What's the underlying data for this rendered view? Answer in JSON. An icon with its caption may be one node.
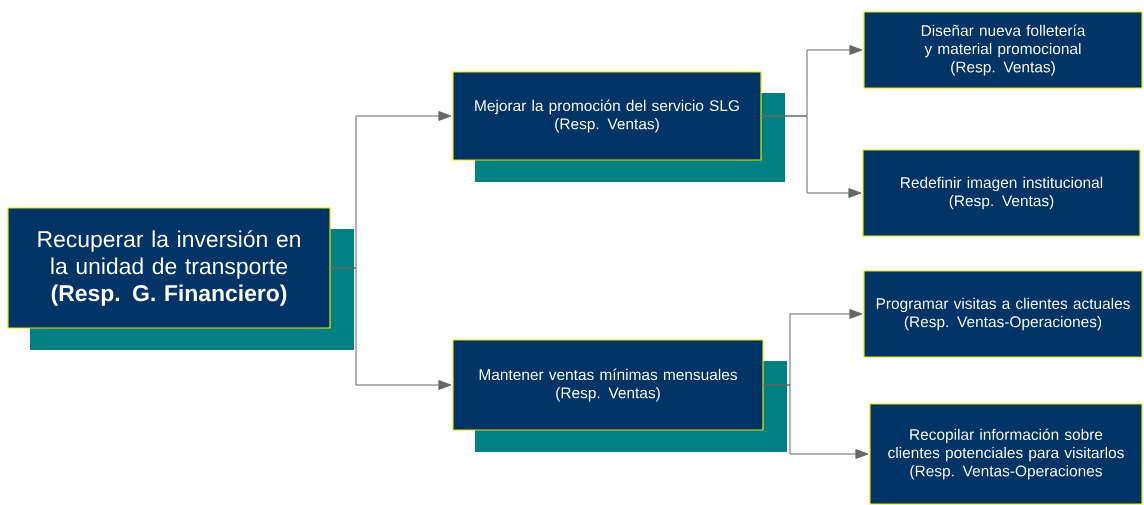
{
  "diagram": {
    "nodes": [
      {
        "text": [
          "Recuperar la inversión en la unidad de transporte",
          "(Resp. G. Financiero)"
        ]
      },
      {
        "text": [
          "Mejorar la promoción del servicio SLG",
          "(Resp. Ventas)"
        ]
      },
      {
        "text": [
          "Mantener ventas mínimas mensuales",
          "(Resp. Ventas)"
        ]
      },
      {
        "text": [
          "Diseñar nueva folletería y material promocional",
          "(Resp. Ventas)"
        ]
      },
      {
        "text": [
          "Redefinir imagen institucional",
          "(Resp. Ventas)"
        ]
      },
      {
        "text": [
          "Programar visitas a clientes actuales",
          "(Resp. Ventas-Operaciones)"
        ]
      },
      {
        "text": [
          "Recopilar información sobre clientes potenciales para visitarlos",
          "(Resp. Ventas-Operaciones"
        ]
      }
    ],
    "edges": [
      {
        "from": 0,
        "to": 1,
        "arrow": "to"
      },
      {
        "from": 0,
        "to": 2,
        "arrow": "to"
      },
      {
        "from": 1,
        "to": 3,
        "arrow": "to"
      },
      {
        "from": 1,
        "to": 4,
        "arrow": "to"
      },
      {
        "from": 2,
        "to": 5,
        "arrow": "to"
      },
      {
        "from": 2,
        "to": 6,
        "arrow": "to"
      }
    ]
  }
}
